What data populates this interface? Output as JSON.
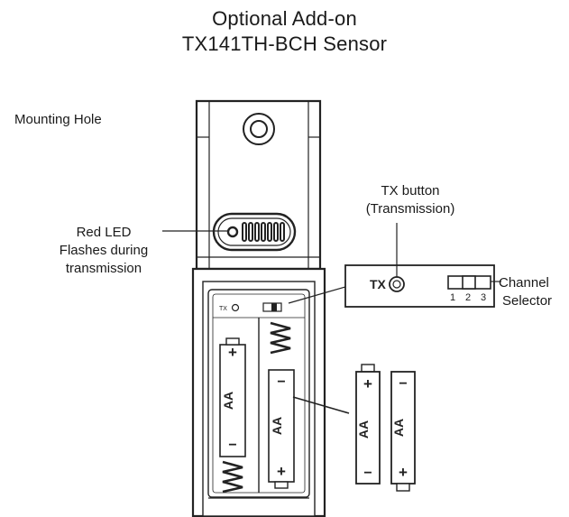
{
  "title": {
    "line1": "Optional Add-on",
    "line2": "TX141TH-BCH  Sensor"
  },
  "labels": {
    "mounting_hole": "Mounting Hole",
    "red_led_line1": "Red LED",
    "red_led_line2": "Flashes during",
    "red_led_line3": "transmission",
    "tx_button_line1": "TX button",
    "tx_button_line2": "(Transmission)",
    "channel_line1": "Channel",
    "channel_line2": "Selector"
  },
  "detail_panel": {
    "tx_label": "TX",
    "channel_numbers": [
      "1",
      "2",
      "3"
    ]
  },
  "compartment": {
    "tx_label": "TX"
  },
  "batteries": {
    "label": "AA",
    "plus": "+",
    "minus": "−"
  }
}
